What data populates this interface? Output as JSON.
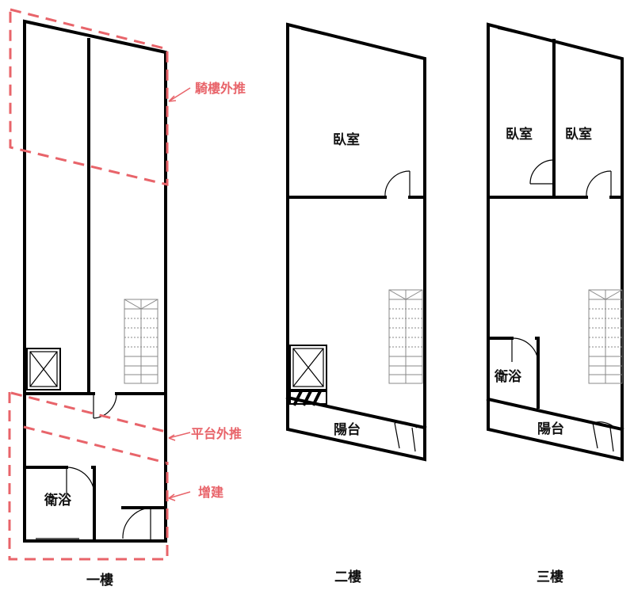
{
  "colors": {
    "wall": "#000000",
    "annotation": "#e8646a",
    "background": "#ffffff"
  },
  "floors": [
    {
      "label": "一樓",
      "rooms": [
        "衛浴"
      ]
    },
    {
      "label": "二樓",
      "rooms": [
        "臥室",
        "陽台"
      ]
    },
    {
      "label": "三樓",
      "rooms": [
        "臥室",
        "臥室",
        "衛浴",
        "陽台"
      ]
    }
  ],
  "annotations": [
    "騎樓外推",
    "平台外推",
    "增建"
  ],
  "icons": [
    "door-swing-icon",
    "staircase-icon",
    "shaft-x-icon"
  ]
}
